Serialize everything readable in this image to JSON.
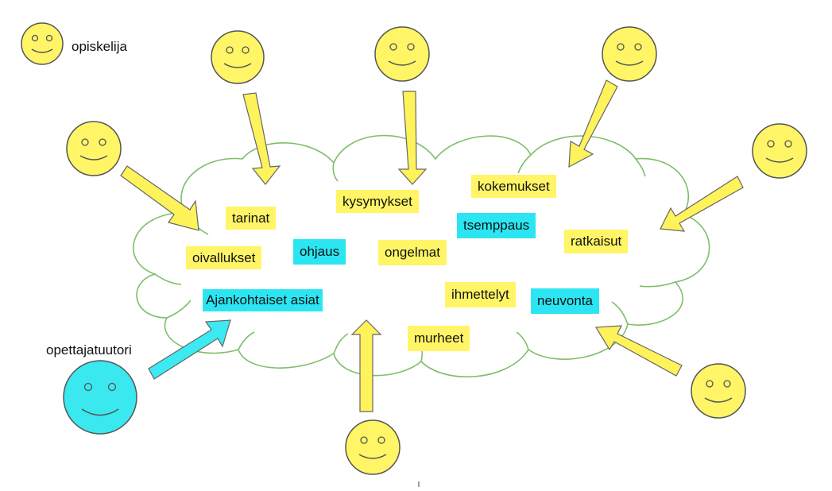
{
  "legend": {
    "label": "opiskelija"
  },
  "teacher": {
    "label": "opettajatuutori"
  },
  "topics": {
    "tarinat": "tarinat",
    "kysymykset": "kysymykset",
    "kokemukset": "kokemukset",
    "tsemppaus": "tsemppaus",
    "ohjaus": "ohjaus",
    "oivallukset": "oivallukset",
    "ongelmat": "ongelmat",
    "ratkaisut": "ratkaisut",
    "ajankohtaiset": "Ajankohtaiset asiat",
    "ihmettelyt": "ihmettelyt",
    "neuvonta": "neuvonta",
    "murheet": "murheet"
  },
  "colors": {
    "student": "#FFF566",
    "teacher": "#3AE8F0",
    "student_topic": "#FFF566",
    "teacher_topic": "#2BE6F2",
    "arrow_yellow": "#FFF35C",
    "arrow_cyan": "#3DE9F2",
    "cloud_line": "#7DBE6A"
  }
}
